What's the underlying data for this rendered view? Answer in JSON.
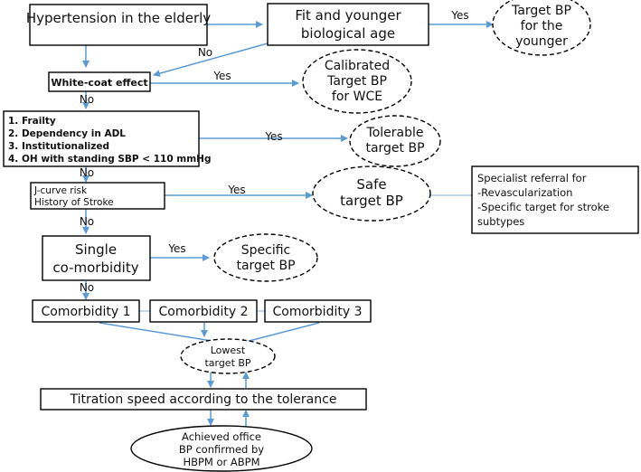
{
  "colors": {
    "arrow": "#5b9bd5",
    "border": "#000000",
    "text": "#111111"
  },
  "nodes": {
    "elderly": "Hypertension in the elderly",
    "fit": [
      "Fit and younger",
      "biological age"
    ],
    "target_younger": [
      "Target BP",
      "for the",
      "younger"
    ],
    "white_coat": "White-coat effect",
    "calibrated": [
      "Calibrated",
      "Target BP",
      "for WCE"
    ],
    "frailty_list": [
      "1. Frailty",
      "2. Dependency in ADL",
      "3. Institutionalized",
      "4. OH with standing SBP < 110 mmHg"
    ],
    "tolerable": [
      "Tolerable",
      "target BP"
    ],
    "jcurve": [
      "J-curve risk",
      "History of Stroke"
    ],
    "safe": [
      "Safe",
      "target BP"
    ],
    "specialist": [
      "Specialist referral for",
      "-Revascularization",
      "-Specific target for stroke",
      "subtypes"
    ],
    "single": [
      "Single",
      "co-morbidity"
    ],
    "specific": [
      "Specific",
      "target BP"
    ],
    "comorbidity_1": "Comorbidity 1",
    "comorbidity_2": "Comorbidity 2",
    "comorbidity_3": "Comorbidity 3",
    "lowest": [
      "Lowest",
      "target BP"
    ],
    "titration": "Titration speed according to the tolerance",
    "achieved": [
      "Achieved office",
      "BP confirmed by",
      "HBPM or ABPM"
    ]
  },
  "labels": {
    "yes": "Yes",
    "no": "No"
  }
}
